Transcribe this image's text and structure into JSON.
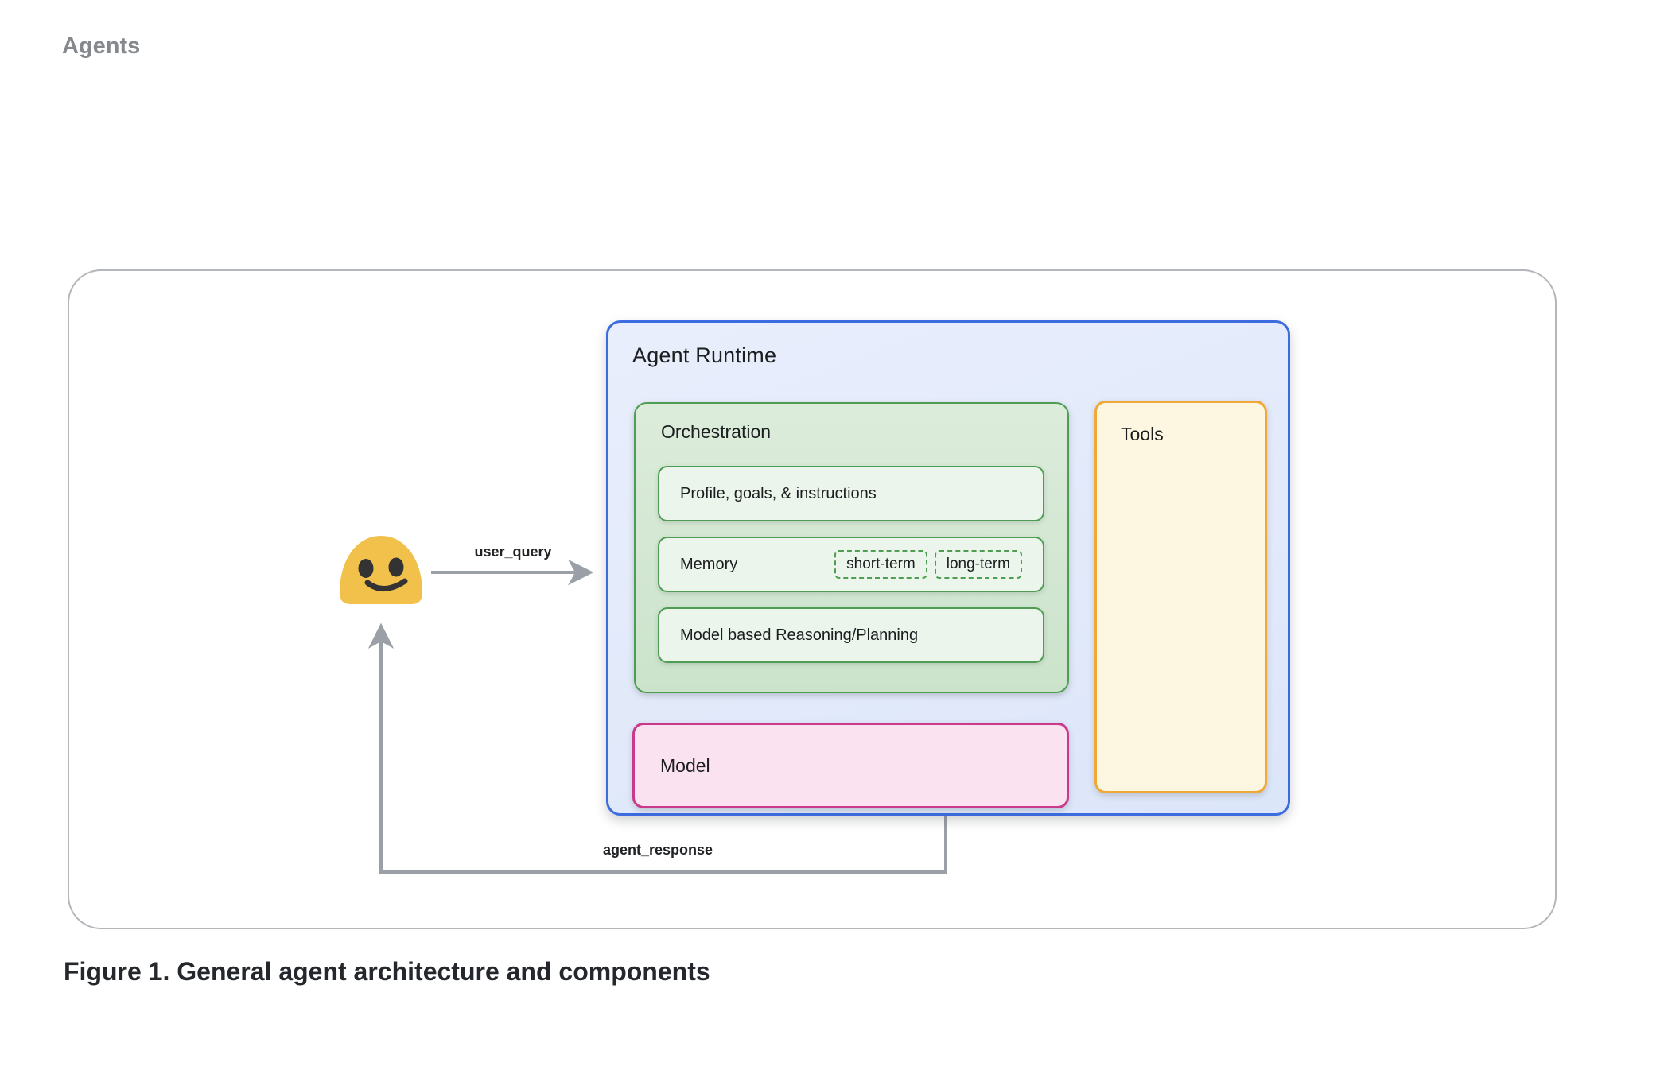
{
  "page": {
    "heading": "Agents",
    "caption": "Figure 1. General agent architecture and components"
  },
  "diagram": {
    "user": {
      "icon": "smiling-face-emoji"
    },
    "arrows": {
      "user_query": "user_query",
      "agent_response": "agent_response"
    },
    "agent_runtime": {
      "title": "Agent Runtime",
      "orchestration": {
        "title": "Orchestration",
        "items": [
          {
            "label": "Profile, goals, & instructions"
          },
          {
            "label": "Memory",
            "tags": [
              "short-term",
              "long-term"
            ]
          },
          {
            "label": "Model based Reasoning/Planning"
          }
        ]
      },
      "model": {
        "title": "Model"
      },
      "tools": {
        "title": "Tools"
      }
    }
  },
  "colors": {
    "page-bg": "#ffffff",
    "heading-gray": "#85898e",
    "text-dark": "#1b1d1f",
    "frame-border": "#b3b7bc",
    "runtime-border": "#3d6ce0",
    "runtime-bg-top": "#e9eefc",
    "runtime-bg-bottom": "#dce6f9",
    "green-border": "#4f9d52",
    "green-bg-top": "#dcecdb",
    "green-bg-bottom": "#cbe3cb",
    "green-item-bg": "#ebf5eb",
    "pink-border": "#c93a8d",
    "pink-bg": "#fbe2f0",
    "orange-border": "#f0a938",
    "cream-bg": "#fdf6e0",
    "arrow-gray": "#9aa0a6",
    "emoji-yellow": "#f2c14b",
    "emoji-face": "#333333"
  }
}
